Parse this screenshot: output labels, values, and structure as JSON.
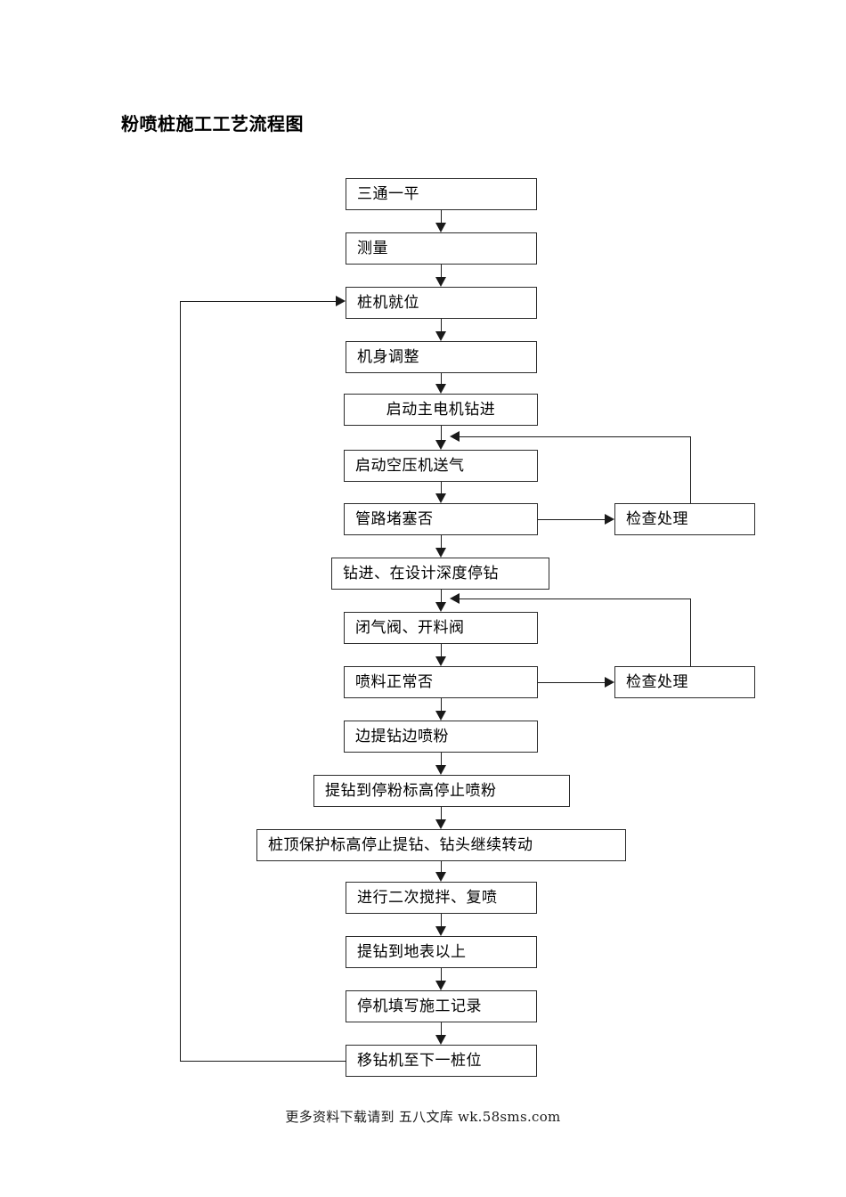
{
  "document": {
    "title": "粉喷桩施工工艺流程图",
    "footer": "更多资料下载请到 五八文库 wk.58sms.com"
  },
  "flowchart": {
    "type": "flowchart",
    "orientation": "top-to-bottom",
    "main_nodes": [
      {
        "id": "n1",
        "label": "三通一平",
        "align": "left"
      },
      {
        "id": "n2",
        "label": "测量",
        "align": "left"
      },
      {
        "id": "n3",
        "label": "桩机就位",
        "align": "left"
      },
      {
        "id": "n4",
        "label": "机身调整",
        "align": "left"
      },
      {
        "id": "n5",
        "label": "启动主电机钻进",
        "align": "center"
      },
      {
        "id": "n6",
        "label": "启动空压机送气",
        "align": "left"
      },
      {
        "id": "n7",
        "label": "管路堵塞否",
        "align": "left"
      },
      {
        "id": "n8",
        "label": "钻进、在设计深度停钻",
        "align": "left"
      },
      {
        "id": "n9",
        "label": "闭气阀、开料阀",
        "align": "left"
      },
      {
        "id": "n10",
        "label": "喷料正常否",
        "align": "left"
      },
      {
        "id": "n11",
        "label": "边提钻边喷粉",
        "align": "left"
      },
      {
        "id": "n12",
        "label": "提钻到停粉标高停止喷粉",
        "align": "left"
      },
      {
        "id": "n13",
        "label": "桩顶保护标高停止提钻、钻头继续转动",
        "align": "left"
      },
      {
        "id": "n14",
        "label": "进行二次搅拌、复喷",
        "align": "left"
      },
      {
        "id": "n15",
        "label": "提钻到地表以上",
        "align": "left"
      },
      {
        "id": "n16",
        "label": "停机填写施工记录",
        "align": "left"
      },
      {
        "id": "n17",
        "label": "移钻机至下一桩位",
        "align": "left"
      }
    ],
    "side_nodes": [
      {
        "id": "s1",
        "label": "检查处理",
        "align": "left"
      },
      {
        "id": "s2",
        "label": "检查处理",
        "align": "left"
      }
    ],
    "edges": [
      {
        "from": "n1",
        "to": "n2"
      },
      {
        "from": "n2",
        "to": "n3"
      },
      {
        "from": "n3",
        "to": "n4"
      },
      {
        "from": "n4",
        "to": "n5"
      },
      {
        "from": "n5",
        "to": "n6"
      },
      {
        "from": "n6",
        "to": "n7"
      },
      {
        "from": "n7",
        "to": "n8"
      },
      {
        "from": "n8",
        "to": "n9"
      },
      {
        "from": "n9",
        "to": "n10"
      },
      {
        "from": "n10",
        "to": "n11"
      },
      {
        "from": "n11",
        "to": "n12"
      },
      {
        "from": "n12",
        "to": "n13"
      },
      {
        "from": "n13",
        "to": "n14"
      },
      {
        "from": "n14",
        "to": "n15"
      },
      {
        "from": "n15",
        "to": "n16"
      },
      {
        "from": "n16",
        "to": "n17"
      },
      {
        "from": "n7",
        "to": "s1",
        "kind": "branch"
      },
      {
        "from": "s1",
        "to": "n6",
        "kind": "feedback"
      },
      {
        "from": "n10",
        "to": "s2",
        "kind": "branch"
      },
      {
        "from": "s2",
        "to": "n9",
        "kind": "feedback"
      },
      {
        "from": "n17",
        "to": "n3",
        "kind": "loop-back"
      }
    ]
  },
  "colors": {
    "box_border": "#2b2b2b",
    "line": "#1a1a1a",
    "background": "#ffffff",
    "text": "#000000"
  }
}
